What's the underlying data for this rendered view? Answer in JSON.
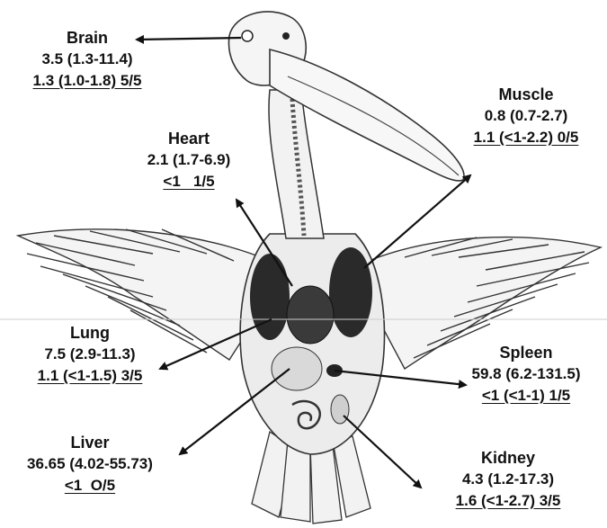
{
  "organs": {
    "brain": {
      "name": "Brain",
      "line1": "3.5 (1.3-11.4)",
      "line2": "1.3 (1.0-1.8) 5/5"
    },
    "heart": {
      "name": "Heart",
      "line1": "2.1 (1.7-6.9)",
      "line2": "<1   1/5"
    },
    "muscle": {
      "name": "Muscle",
      "line1": "0.8 (0.7-2.7)",
      "line2": "1.1 (<1-2.2) 0/5"
    },
    "lung": {
      "name": "Lung",
      "line1": "7.5 (2.9-11.3)",
      "line2": "1.1 (<1-1.5) 3/5"
    },
    "spleen": {
      "name": "Spleen",
      "line1": "59.8 (6.2-131.5)",
      "line2": "<1 (<1-1) 1/5"
    },
    "liver": {
      "name": "Liver",
      "line1": "36.65 (4.02-55.73)",
      "line2": "<1  O/5"
    },
    "kidney": {
      "name": "Kidney",
      "line1": "4.3 (1.2-17.3)",
      "line2": "1.6 (<1-2.7) 3/5"
    }
  },
  "colors": {
    "ink": "#111111",
    "organ_dark": "#2a2a2a",
    "background": "#ffffff"
  }
}
